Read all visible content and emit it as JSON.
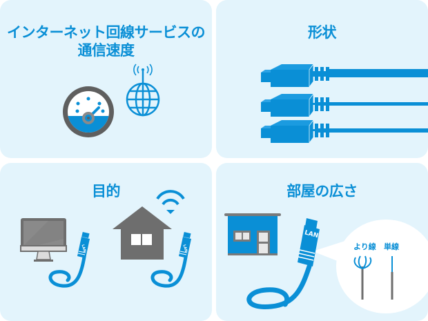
{
  "colors": {
    "panel_bg": "#e3f4fc",
    "accent_blue": "#0a8fd6",
    "gray": "#6e6e6e",
    "white": "#ffffff"
  },
  "panels": [
    {
      "title_line1": "インターネット回線サービスの",
      "title_line2": "通信速度",
      "icons": [
        "speedometer-icon",
        "globe-antenna-icon"
      ]
    },
    {
      "title": "形状",
      "icons": [
        "lan-cable-thick-icon",
        "lan-cable-thin-icon",
        "lan-cable-thin-icon"
      ]
    },
    {
      "title": "目的",
      "icons": [
        "monitor-icon",
        "lan-cable-icon",
        "house-icon",
        "wifi-icon",
        "lan-cable-icon"
      ]
    },
    {
      "title": "部屋の広さ",
      "icons": [
        "building-icon",
        "lan-cable-icon",
        "callout-bubble"
      ],
      "cable_label": "LAN",
      "callout": {
        "stranded_label": "より線",
        "solid_label": "単線"
      }
    }
  ],
  "lan_label": "LAN"
}
